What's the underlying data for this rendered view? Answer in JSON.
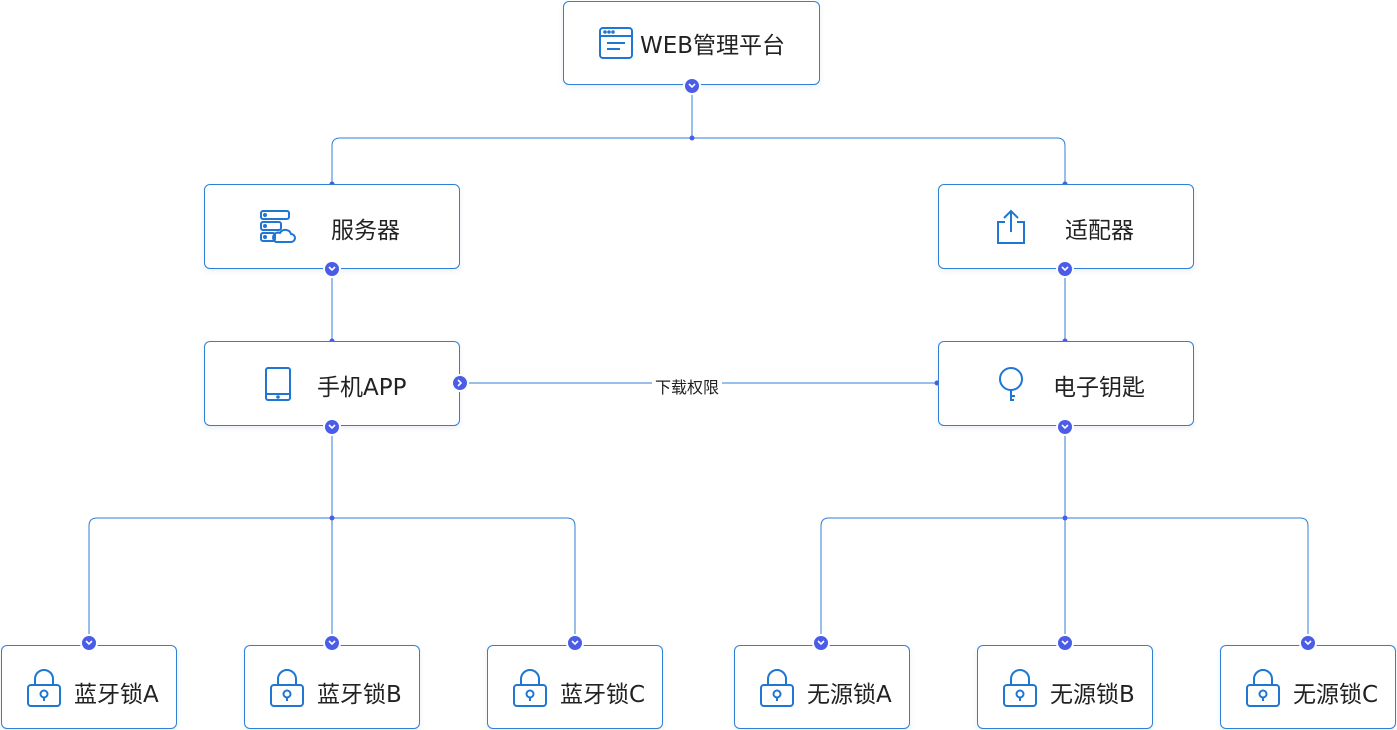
{
  "nodes": {
    "web": {
      "label": "WEB管理平台",
      "icon": "browser-window-icon"
    },
    "server": {
      "label": "服务器",
      "icon": "cloud-server-icon"
    },
    "adapter": {
      "label": "适配器",
      "icon": "upload-share-icon"
    },
    "app": {
      "label": "手机APP",
      "icon": "tablet-icon"
    },
    "key": {
      "label": "电子钥匙",
      "icon": "key-icon"
    },
    "bt_a": {
      "label": "蓝牙锁A",
      "icon": "lock-icon"
    },
    "bt_b": {
      "label": "蓝牙锁B",
      "icon": "lock-icon"
    },
    "bt_c": {
      "label": "蓝牙锁C",
      "icon": "lock-icon"
    },
    "pa": {
      "label": "无源锁A",
      "icon": "lock-icon"
    },
    "pb": {
      "label": "无源锁B",
      "icon": "lock-icon"
    },
    "pc": {
      "label": "无源锁C",
      "icon": "lock-icon"
    }
  },
  "edge_labels": {
    "download": "下载权限"
  },
  "colors": {
    "line": "#2f7fd6",
    "connector": "#4a5ce8",
    "icon": "#1f76d3"
  }
}
